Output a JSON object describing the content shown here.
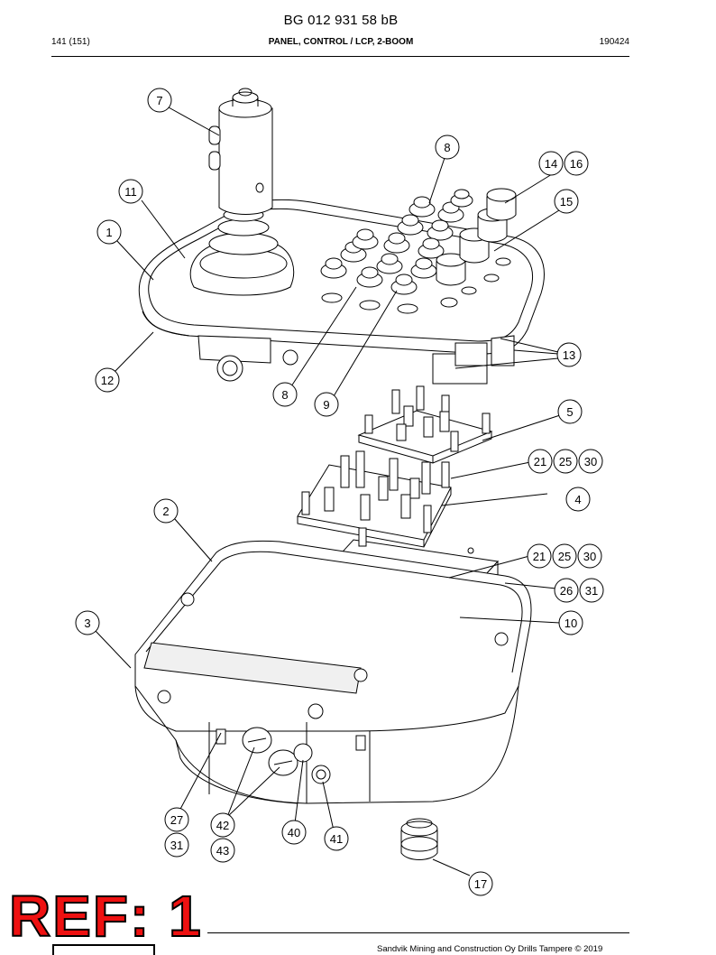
{
  "header": {
    "document_number": "BG 012 931 58 bB",
    "page_reference": "141 (151)",
    "title": "PANEL, CONTROL / LCP, 2-BOOM",
    "date_code": "190424"
  },
  "footer": {
    "company_text": "Sandvik Mining and Construction Oy Drills Tampere © 2019",
    "ref_stamp": "REF: 1"
  },
  "callouts": [
    "7",
    "8",
    "14",
    "16",
    "11",
    "15",
    "1",
    "13",
    "12",
    "8",
    "9",
    "5",
    "21",
    "25",
    "30",
    "4",
    "2",
    "21",
    "25",
    "30",
    "26",
    "31",
    "3",
    "10",
    "27",
    "31",
    "42",
    "43",
    "40",
    "41",
    "17"
  ]
}
